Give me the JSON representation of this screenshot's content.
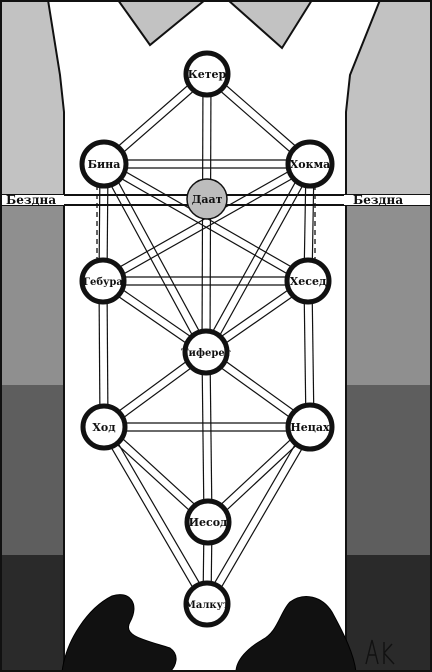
{
  "abyss": {
    "label_left": "Бездна",
    "label_right": "Бездна"
  },
  "sephirot": {
    "keter": "Кетер",
    "chokhmah": "Хокма",
    "binah": "Бина",
    "daat": "Даат",
    "chesed": "Хесед",
    "gevurah": "Гебура",
    "tiferet": "Тиферет",
    "netzach": "Нецах",
    "hod": "Ход",
    "yesod": "Иесод",
    "malkuth": "Малкут"
  },
  "colors": {
    "ink": "#111111",
    "band_top": "#c2c2c2",
    "band_upper": "#8f8f8f",
    "band_lower": "#5e5e5e",
    "band_bottom": "#2a2a2a",
    "daat_fill": "#bdbdbd",
    "tree_fill": "#ffffff"
  }
}
